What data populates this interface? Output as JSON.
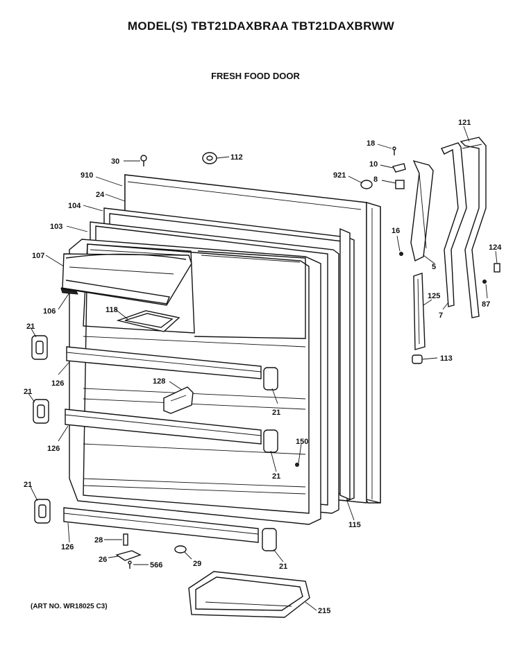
{
  "header": {
    "title": "MODEL(S) TBT21DAXBRAA  TBT21DAXBRWW",
    "subtitle": "FRESH FOOD DOOR"
  },
  "footer": {
    "art_no": "(ART NO. WR18025 C3)"
  },
  "callouts": [
    "30",
    "112",
    "910",
    "24",
    "104",
    "103",
    "107",
    "106",
    "118",
    "21",
    "126",
    "128",
    "21",
    "21",
    "126",
    "150",
    "21",
    "21",
    "126",
    "28",
    "26",
    "566",
    "29",
    "21",
    "215",
    "18",
    "10",
    "8",
    "921",
    "16",
    "5",
    "125",
    "113",
    "121",
    "124",
    "87",
    "7",
    "115"
  ]
}
